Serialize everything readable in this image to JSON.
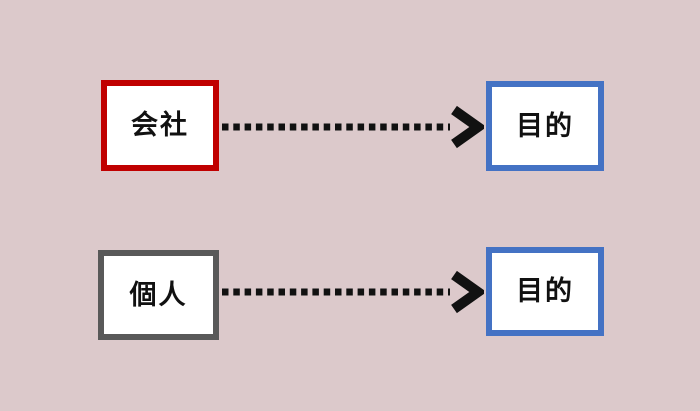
{
  "canvas": {
    "background": "#dcc9cb"
  },
  "diagram": {
    "arrow_color": "#111111",
    "rows": [
      {
        "source": {
          "label": "会社",
          "border_color": "#c00000"
        },
        "connector": "dotted-arrow-right",
        "target": {
          "label": "目的",
          "border_color": "#4472c4"
        }
      },
      {
        "source": {
          "label": "個人",
          "border_color": "#595959"
        },
        "connector": "dotted-arrow-right",
        "target": {
          "label": "目的",
          "border_color": "#4472c4"
        }
      }
    ]
  }
}
